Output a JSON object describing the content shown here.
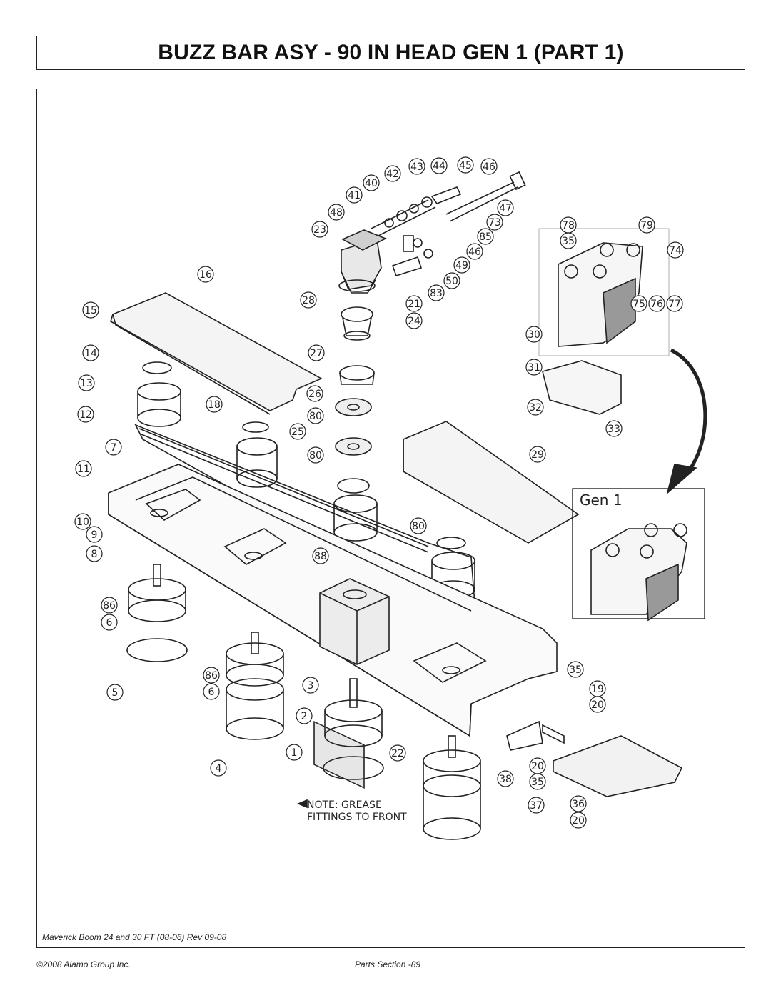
{
  "title": "BUZZ BAR ASY - 90 IN HEAD GEN 1 (PART 1)",
  "inset_label": "Gen 1",
  "note": {
    "line1": "NOTE: GREASE",
    "line2": "FITTINGS TO FRONT"
  },
  "callouts": [
    "42",
    "43",
    "44",
    "45",
    "46",
    "40",
    "41",
    "47",
    "48",
    "73",
    "23",
    "85",
    "46",
    "49",
    "50",
    "83",
    "16",
    "28",
    "21",
    "24",
    "15",
    "14",
    "27",
    "13",
    "26",
    "80",
    "18",
    "12",
    "25",
    "80",
    "7",
    "11",
    "29",
    "10",
    "80",
    "9",
    "8",
    "88",
    "86",
    "6",
    "5",
    "86",
    "6",
    "3",
    "2",
    "4",
    "1",
    "22",
    "38",
    "20",
    "35",
    "37",
    "36",
    "20",
    "35",
    "19",
    "20",
    "78",
    "79",
    "35",
    "74",
    "75",
    "76",
    "77",
    "30",
    "31",
    "32",
    "33"
  ],
  "footer": {
    "doc": "Maverick Boom 24 and 30 FT (08-06) Rev 09-08",
    "copyright": "©2008 Alamo Group Inc.",
    "page": "Parts Section -89"
  },
  "colors": {
    "line": "#222222",
    "shade": "#888888"
  }
}
